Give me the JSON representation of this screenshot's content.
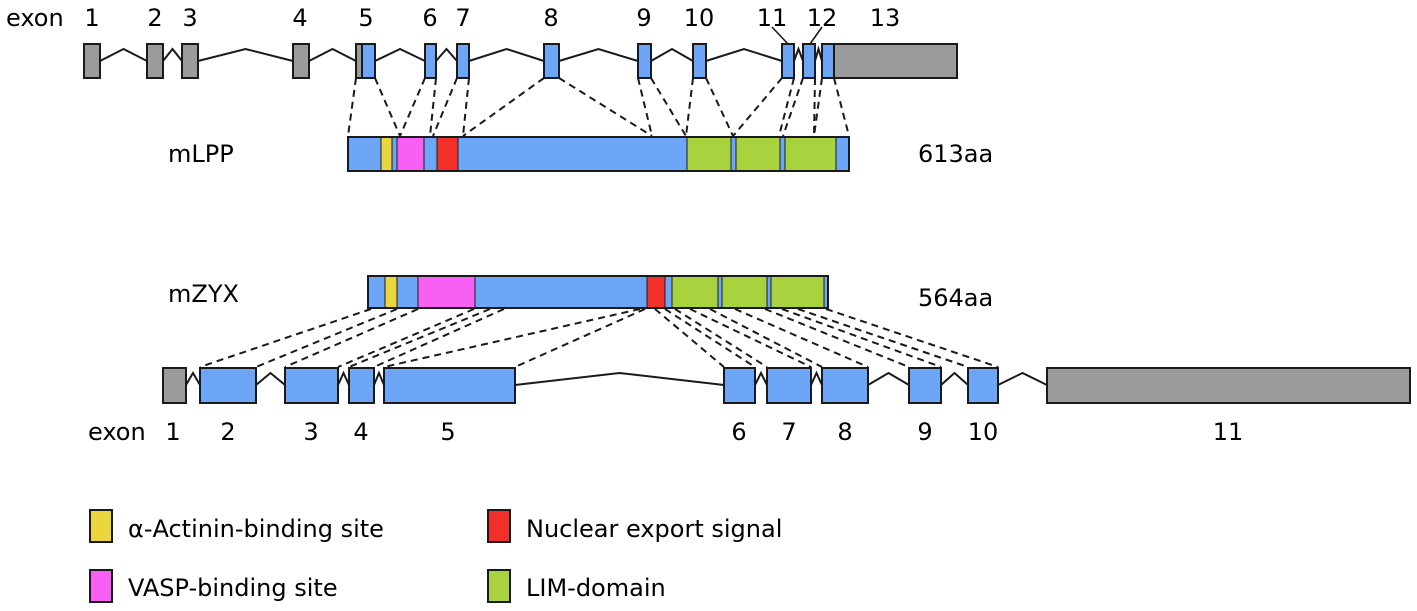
{
  "colors": {
    "blue": "#6ea6f7",
    "grey": "#9b9b9b",
    "yellow": "#ecd63e",
    "pink": "#f860f4",
    "red": "#f2302a",
    "green": "#a9d23f",
    "stroke": "#1a1a1a"
  },
  "lpp_gene": {
    "exon_word": "exon",
    "exon_numbers": [
      "1",
      "2",
      "3",
      "4",
      "5",
      "6",
      "7",
      "8",
      "9",
      "10",
      "11",
      "12",
      "13"
    ]
  },
  "zyx_gene": {
    "exon_word": "exon",
    "exon_numbers": [
      "1",
      "2",
      "3",
      "4",
      "5",
      "6",
      "7",
      "8",
      "9",
      "10",
      "11"
    ]
  },
  "proteins": {
    "lpp": {
      "name": "mLPP",
      "length": "613aa"
    },
    "zyx": {
      "name": "mZYX",
      "length": "564aa"
    }
  },
  "legend": [
    {
      "label": "α-Actinin-binding site",
      "color": "#ecd63e"
    },
    {
      "label": "Nuclear export signal",
      "color": "#f2302a"
    },
    {
      "label": "VASP-binding site",
      "color": "#f860f4"
    },
    {
      "label": "LIM-domain",
      "color": "#a9d23f"
    }
  ]
}
